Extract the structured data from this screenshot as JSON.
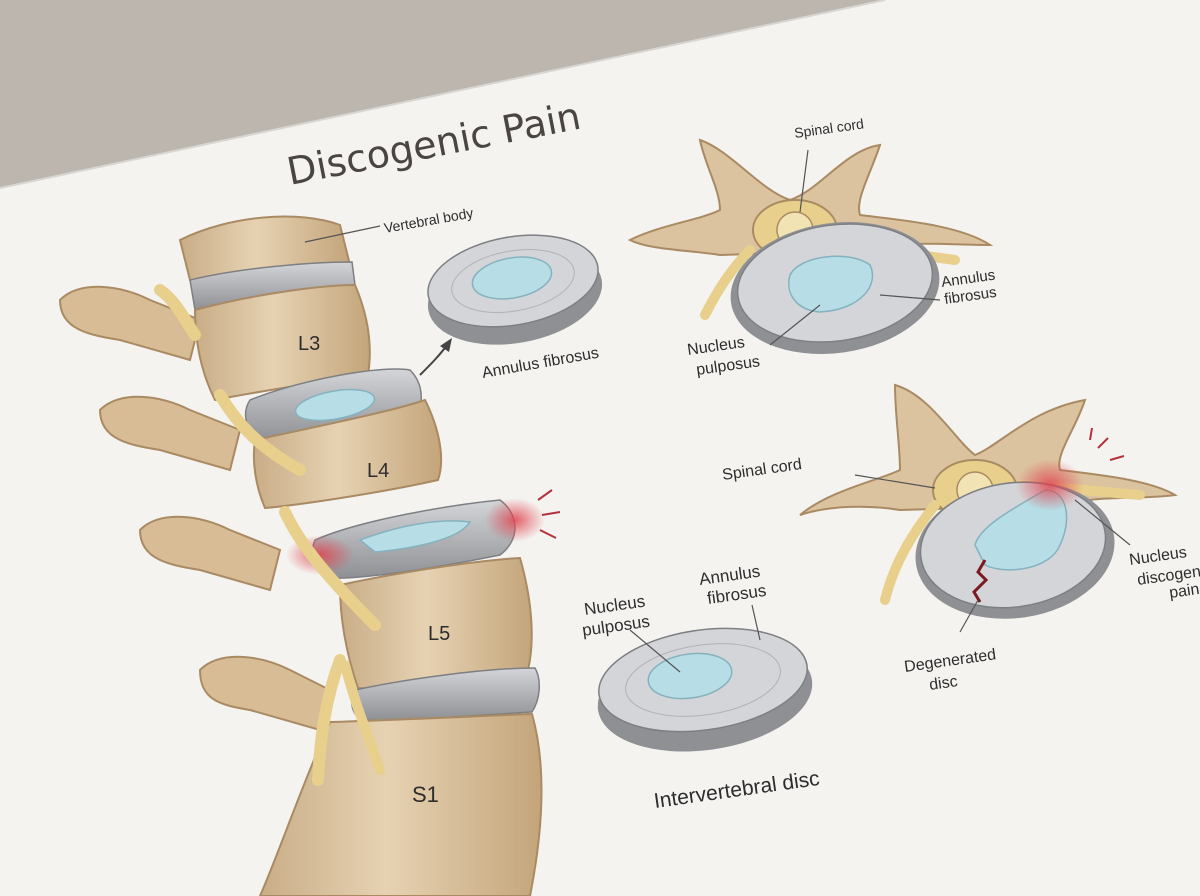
{
  "title": "Discogenic Pain",
  "labels": {
    "vertebral_body": "Vertebral body",
    "l3": "L3",
    "l4": "L4",
    "l5": "L5",
    "s1": "S1",
    "annulus_top": "Annulus fibrosus",
    "spinal_cord_top": "Spinal cord",
    "annulus_cross_l1": "Annulus",
    "annulus_cross_l2": "fibrosus",
    "nucleus_cross_l1": "Nucleus",
    "nucleus_cross_l2": "pulposus",
    "nucleus_disc_l1": "Nucleus",
    "nucleus_disc_l2": "pulposus",
    "annulus_disc_l1": "Annulus",
    "annulus_disc_l2": "fibrosus",
    "intervertebral_disc": "Intervertebral disc",
    "spinal_cord_bottom": "Spinal cord",
    "degenerated_l1": "Degenerated",
    "degenerated_l2": "disc",
    "nucleus_pain_l1": "Nucleus",
    "nucleus_pain_l2": "discogenic",
    "nucleus_pain_l3": "pain"
  },
  "colors": {
    "bone": "#dcc3a0",
    "bone_dark": "#a98a63",
    "disc": "#b9babd",
    "nucleus": "#b7dde6",
    "nerve": "#e8d08c",
    "pain": "#e0454f",
    "paper": "#f4f3f0"
  }
}
